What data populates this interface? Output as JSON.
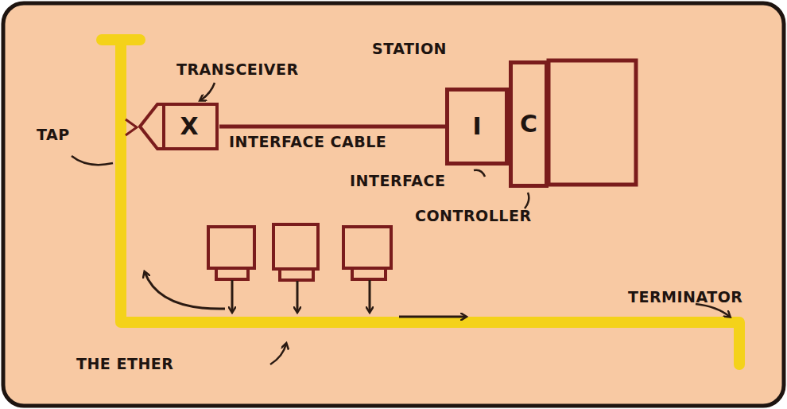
{
  "diagram": {
    "nodes": [
      {
        "text": [
          "X"
        ]
      },
      {
        "text": [
          "I"
        ]
      },
      {
        "text": [
          "C"
        ]
      }
    ],
    "edges": [
      {
        "from": 0,
        "to": 1,
        "label": "INTERFACE CABLE",
        "arrow": "none"
      }
    ],
    "labels": [
      "STATION",
      "TRANSCEIVER",
      "TAP",
      "INTERFACE",
      "CONTROLLER",
      "THE ETHER",
      "TERMINATOR"
    ]
  }
}
